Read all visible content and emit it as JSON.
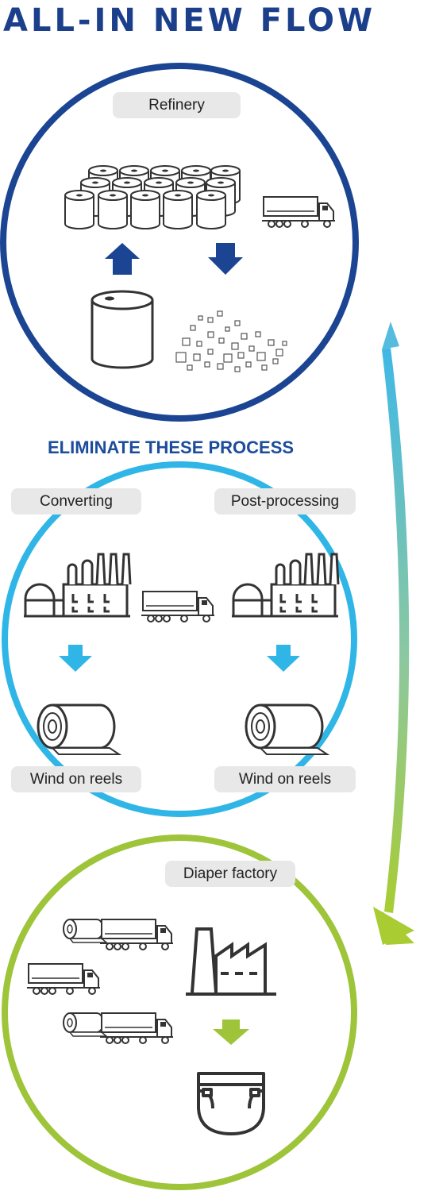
{
  "title": "ALL-IN NEW FLOW",
  "eliminate_heading": "ELIMINATE THESE PROCESS",
  "refinery": {
    "label": "Refinery",
    "color": "#1b4592"
  },
  "eliminated": {
    "color": "#2fb6e6",
    "converting_label": "Converting",
    "postprocessing_label": "Post-processing",
    "wind_left_label": "Wind on reels",
    "wind_right_label": "Wind on reels"
  },
  "diaper": {
    "label": "Diaper factory",
    "color": "#9ec43a"
  },
  "icons": [
    "paper-rolls-icon",
    "truck-icon",
    "up-arrow-icon",
    "down-arrow-icon",
    "barrel-icon",
    "pellets-icon",
    "factory-icon",
    "reel-icon",
    "chimney-factory-icon",
    "diaper-icon",
    "flow-arrow-icon"
  ]
}
